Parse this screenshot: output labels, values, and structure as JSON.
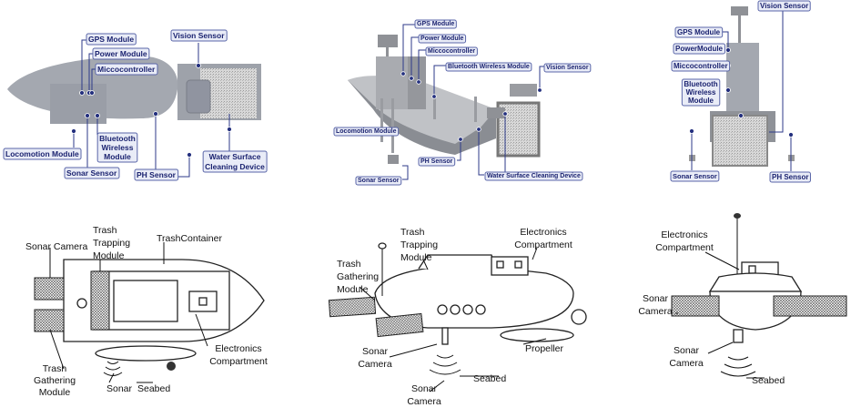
{
  "top_left": {
    "gps": "GPS Module",
    "power": "Power Module",
    "micro": "Miccocontroller",
    "vision": "Vision Sensor",
    "bluetooth": [
      "Bluetooth",
      "Wireless",
      "Module"
    ],
    "locomotion": "Locomotion Module",
    "sonar": "Sonar Sensor",
    "ph": "PH Sensor",
    "cleaning": [
      "Water Surface",
      "Cleaning Device"
    ]
  },
  "top_middle": {
    "gps": "GPS Module",
    "power": "Power Module",
    "micro": "Miccocontroller",
    "bluetooth": "Bluetooth Wireless Module",
    "vision": "Vision Sensor",
    "locomotion": "Locomotion Module",
    "ph": "PH Sensor",
    "sonar": "Sonar Sensor",
    "cleaning": "Water Surface Cleaning Device"
  },
  "top_right": {
    "vision": "Vision Sensor",
    "gps": "GPS Module",
    "power": "PowerModule",
    "micro": "Miccocontroller",
    "bluetooth": [
      "Bluetooth",
      "Wireless",
      "Module"
    ],
    "sonar": "Sonar Sensor",
    "ph": "PH Sensor"
  },
  "bottom_left": {
    "sonar_camera": "Sonar Camera",
    "trapping": [
      "Trash",
      "Trapping",
      "Module"
    ],
    "container": "TrashContainer",
    "electronics": [
      "Electronics",
      "Compartment"
    ],
    "gathering": [
      "Trash",
      "Gathering",
      "Module"
    ],
    "sonar": "Sonar",
    "seabed": "Seabed"
  },
  "bottom_middle": {
    "trapping": [
      "Trash",
      "Trapping",
      "Module"
    ],
    "electronics": [
      "Electronics",
      "Compartment"
    ],
    "gathering": [
      "Trash",
      "Gathering",
      "Module"
    ],
    "sonar_camera_1": [
      "Sonar",
      "Camera"
    ],
    "propeller": "Propeller",
    "seabed": "Seabed",
    "sonar_camera_2": [
      "Sonar",
      "Camera"
    ]
  },
  "bottom_right": {
    "electronics": [
      "Electronics",
      "Compartment"
    ],
    "sonar_camera_1": [
      "Sonar",
      "Camera"
    ],
    "sonar_camera_2": [
      "Sonar",
      "Camera"
    ],
    "seabed": "Seabed"
  },
  "colors": {
    "hull": "#a4a8b0",
    "label_text": "#1b2370",
    "label_fill": "#e9ecf7"
  }
}
